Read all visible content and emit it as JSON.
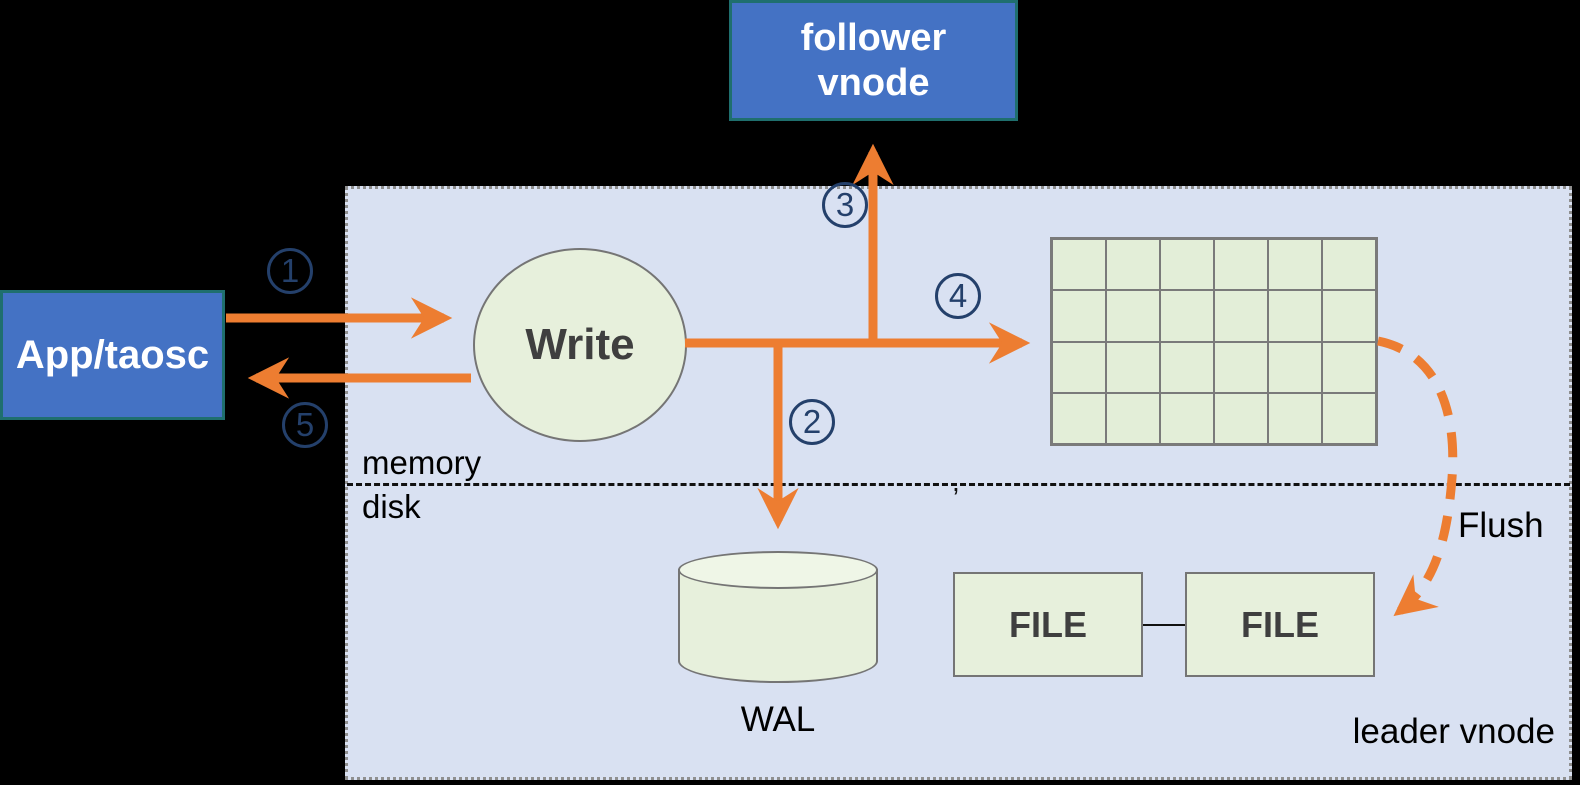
{
  "nodes": {
    "app": {
      "label": "App/taosc"
    },
    "follower_vnode": {
      "label": "follower\nvnode"
    },
    "write": {
      "label": "Write"
    },
    "wal": {
      "label": "WAL"
    },
    "file_left": {
      "label": "FILE"
    },
    "file_right": {
      "label": "FILE"
    }
  },
  "region": {
    "leader_label": "leader vnode",
    "memory_label": "memory",
    "disk_label": "disk",
    "divider_mark": ","
  },
  "flush_label": "Flush",
  "steps": {
    "s1": "1",
    "s2": "2",
    "s3": "3",
    "s4": "4",
    "s5": "5"
  },
  "grid": {
    "rows": 4,
    "cols": 6
  },
  "colors": {
    "background": "#000000",
    "region_fill": "#D9E1F2",
    "region_border": "#8F8F8F",
    "node_blue_fill": "#4472C4",
    "node_blue_border": "#1F6F6E",
    "node_green_fill": "#E7F0DC",
    "node_green_border": "#757575",
    "arrow_orange": "#ED7D31",
    "step_navy": "#24406B",
    "node_text_dark": "#3F3F3F",
    "node_text_light": "#FFFFFF"
  }
}
